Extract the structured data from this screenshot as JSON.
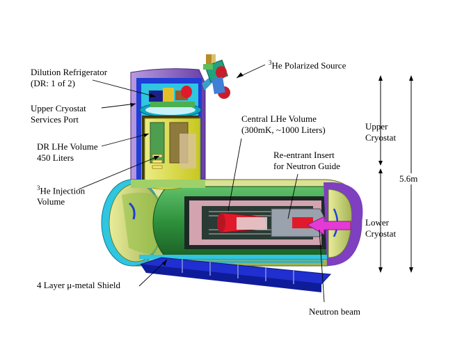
{
  "labels": {
    "dilution_refrigerator_line1": "Dilution Refrigerator",
    "dilution_refrigerator_line2": "(DR: 1 of 2)",
    "upper_cryostat_services_line1": "Upper Cryostat",
    "upper_cryostat_services_line2": "Services Port",
    "dr_lhe_volume_line1": "DR LHe Volume",
    "dr_lhe_volume_line2": "450 Liters",
    "he3_injection_sup": "3",
    "he3_injection_line1": "He Injection",
    "he3_injection_line2": "Volume",
    "mu_metal_shield": "4 Layer μ-metal Shield",
    "he3_polarized_source_sup": "3",
    "he3_polarized_source": "He Polarized Source",
    "central_lhe_line1": "Central LHe Volume",
    "central_lhe_line2": "(300mK, ~1000 Liters)",
    "reentrant_line1": "Re-entrant Insert",
    "reentrant_line2": "for Neutron Guide",
    "upper_cryostat_line1": "Upper",
    "upper_cryostat_line2": "Cryostat",
    "lower_cryostat_line1": "Lower",
    "lower_cryostat_line2": "Cryostat",
    "height": "5.6m",
    "neutron_beam": "Neutron beam"
  },
  "colors": {
    "outer_shell": "#dfe7a8",
    "outer_shell_dark": "#8fa24a",
    "inner_green": "#2e9a3c",
    "shield_cyan": "#2ec6e0",
    "upper_purple": "#9a6cc6",
    "upper_blue": "#1f3fd6",
    "yellow_vessel": "#e7e83c",
    "pink_layer": "#f3b9c9",
    "support_blue": "#1f2fd0",
    "red_insert": "#e01a2a",
    "beam_magenta": "#e43bd6",
    "end_cap_purple": "#7e3fc0"
  }
}
